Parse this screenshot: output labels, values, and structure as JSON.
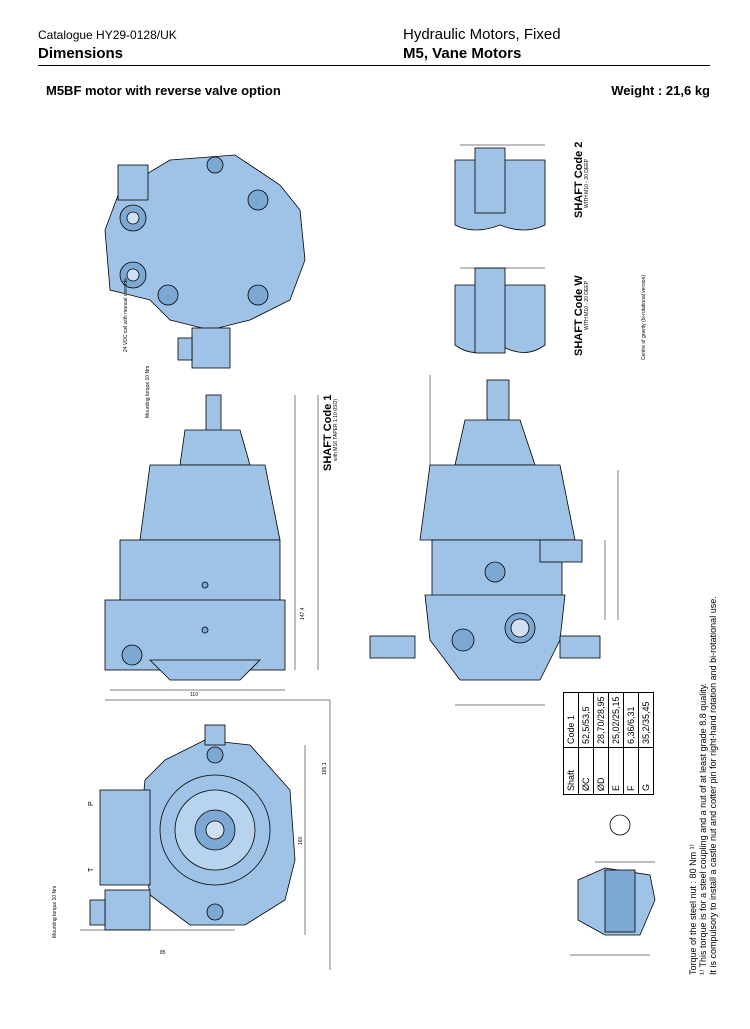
{
  "header": {
    "catalogue": "Catalogue HY29-0128/UK",
    "section": "Dimensions",
    "category": "Hydraulic Motors, Fixed",
    "product": "M5, Vane Motors"
  },
  "title": "M5BF motor with reverse valve option",
  "weight": "Weight : 21,6 kg",
  "shafts": {
    "code2": {
      "title": "SHAFT Code 2",
      "sub": "WITH M10 - 20 DEEP"
    },
    "codeW": {
      "title": "SHAFT Code W",
      "sub": "WITH M10 - 20 DEEP"
    },
    "code1": {
      "title": "SHAFT Code 1",
      "sub": "with M16 TAPER 1:10 (ISO)"
    }
  },
  "gravity_note": "Centre of gravity (bi-rotational version)",
  "table": {
    "header": [
      "Shaft",
      "Code 1"
    ],
    "rows": [
      [
        "ØC",
        "52,5/53,5"
      ],
      [
        "ØD",
        "28,70/28,95"
      ],
      [
        "E",
        "25,02/25,15"
      ],
      [
        "F",
        "6,36/6,31"
      ],
      [
        "G",
        "35,2/35,45"
      ]
    ]
  },
  "notes": {
    "torque": "Torque of the steel nut : 80 Nm ¹⁾",
    "note1": "¹⁾  This torque is for a steel coupling and a nut of at least grade 8.8 quality.",
    "note2": "It is compulsory to install a castle nut and cotter pin for right-hand rotation and bi-rotational use."
  },
  "labels": {
    "mounting_torque": "Mounting torque 10 Nm",
    "mounting_torque_2": "Mounting torque 10 Nm",
    "solenoid": "24 VDC coil with manual override",
    "port_p": "P",
    "port_t": "T",
    "dim_110": "110",
    "dim_85": "85",
    "dim_147": "147,4",
    "dim_160": "160",
    "dim_165": "165,1"
  },
  "colors": {
    "body": "#9fc3e6",
    "body_dark": "#7ea8d4",
    "line": "#000000"
  }
}
